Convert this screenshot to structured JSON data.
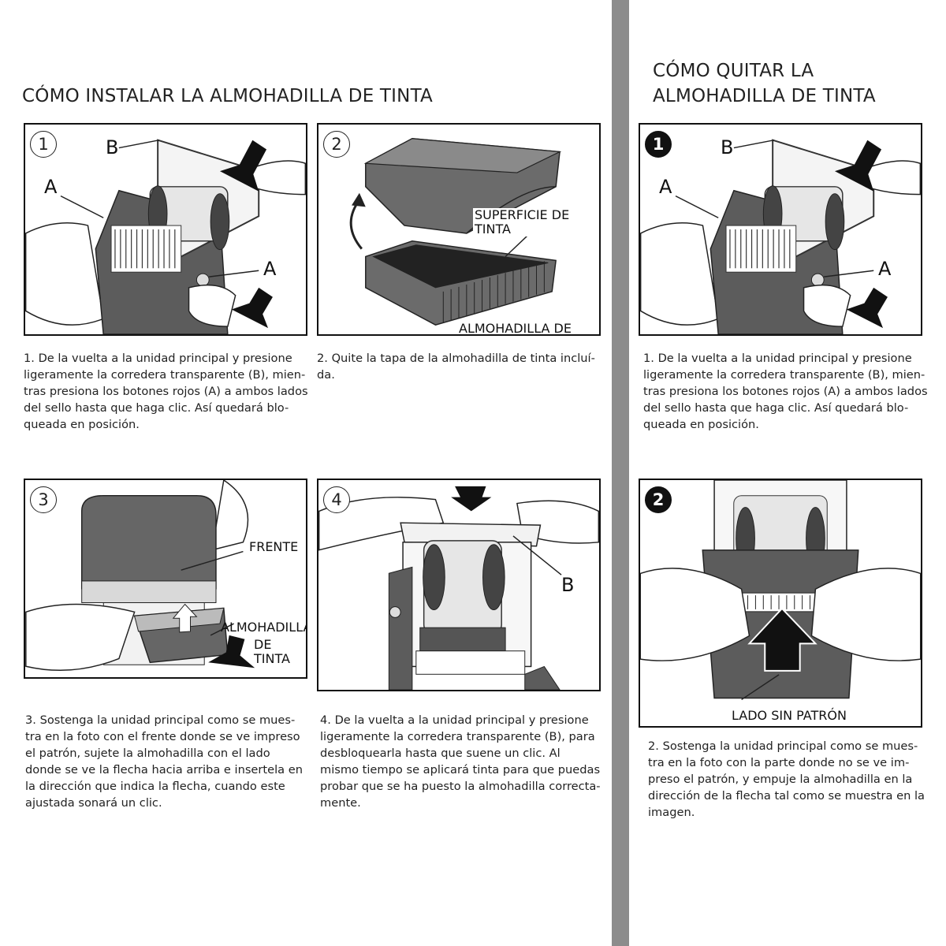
{
  "headings": {
    "install": "CÓMO INSTALAR LA ALMOHADILLA DE TINTA",
    "remove_line1": "CÓMO QUITAR LA",
    "remove_line2": "ALMOHADILLA DE TINTA"
  },
  "panels": {
    "p1": {
      "num": "1",
      "label_b": "B",
      "label_a1": "A",
      "label_a2": "A"
    },
    "p2": {
      "num": "2",
      "label_surface": "SUPERFICIE DE TINTA",
      "label_pad": "ALMOHADILLA DE TINTA"
    },
    "p3": {
      "num": "3",
      "label_front": "FRENTE",
      "label_pad_1": "ALMOHADILLA",
      "label_pad_2": "DE TINTA"
    },
    "p4": {
      "num": "4",
      "label_b": "B"
    },
    "r1": {
      "num": "1",
      "label_b": "B",
      "label_a1": "A",
      "label_a2": "A"
    },
    "r2": {
      "num": "2",
      "label_side": "LADO SIN PATRÓN"
    }
  },
  "captions": {
    "c1": "1. De la vuelta a la unidad principal y presione\nligeramente la corredera transparente (B), mien-\ntras presiona los botones rojos (A) a ambos lados\ndel sello hasta que haga clic. Así quedará blo-\nqueada en posición.",
    "c2": "2. Quite la tapa de la almohadilla de tinta incluí-\nda.",
    "c3": "3. Sostenga la unidad principal como se mues-\ntra en la foto con el frente donde se ve impreso\nel patrón, sujete la almohadilla con el lado\ndonde se ve la flecha hacia arriba e insertela en\nla dirección que indica la flecha, cuando este\najustada sonará un clic.",
    "c4": "4. De la vuelta a la unidad principal y presione\nligeramente la corredera transparente (B), para\ndesbloquearla hasta que suene un clic. Al\nmismo tiempo se aplicará tinta para que puedas\nprobar que se ha puesto la almohadilla correcta-\nmente.",
    "c5": "1. De la vuelta a la unidad principal y presione\nligeramente la corredera transparente (B), mien-\ntras presiona los botones rojos (A) a ambos lados\ndel sello hasta que haga clic. Así quedará blo-\nqueada en posición.",
    "c6": "2. Sostenga la unidad principal como se mues-\ntra en la foto con la parte  donde no se ve im-\npreso el patrón, y empuje la almohadilla  en la\ndirección de la flecha tal como se muestra en la\nimagen."
  }
}
